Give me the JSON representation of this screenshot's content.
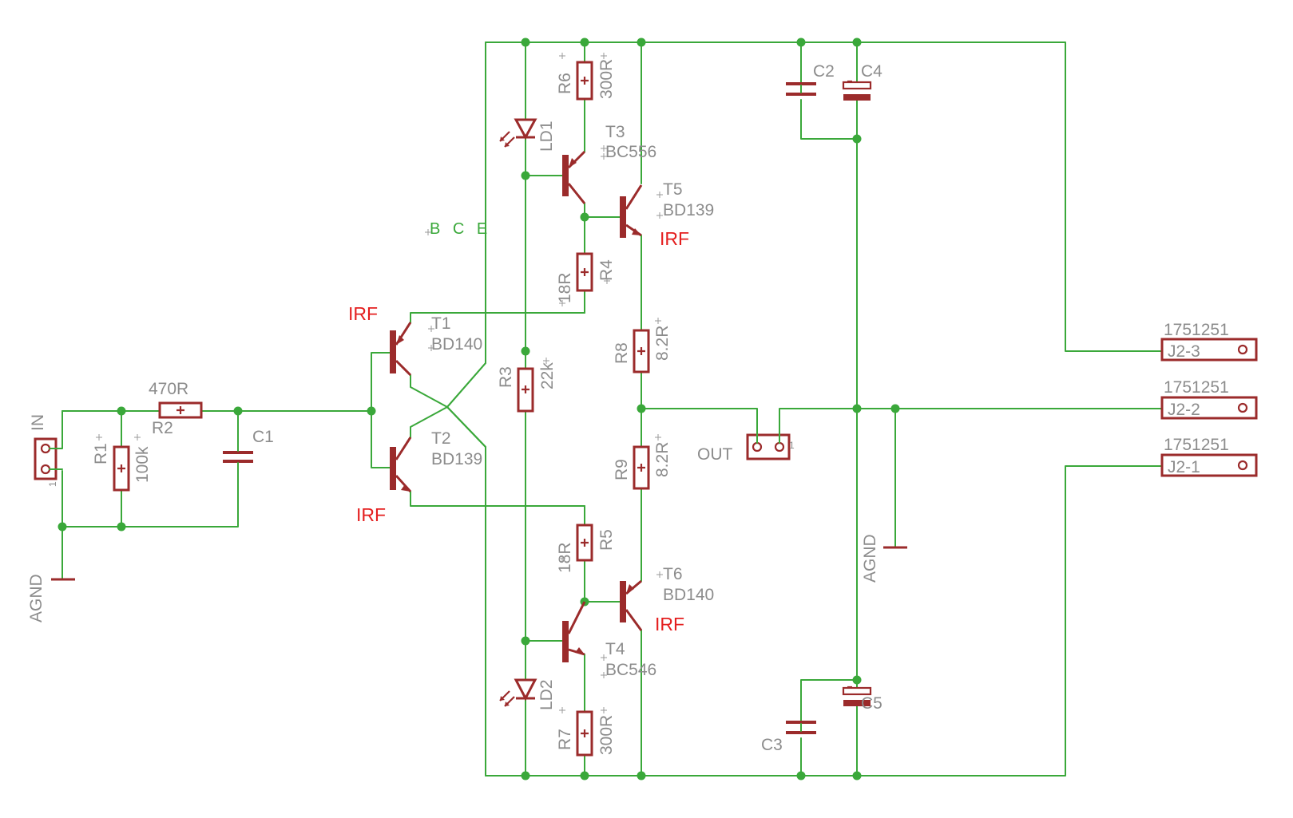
{
  "labels": {
    "in": "IN",
    "agnd_left": "AGND",
    "agnd_right": "AGND",
    "out": "OUT",
    "out_pin": "1",
    "in_pin": "1",
    "bce": "B C E",
    "irf_t1": "IRF",
    "irf_t2": "IRF",
    "irf_t5": "IRF",
    "irf_t6": "IRF"
  },
  "resistors": {
    "r1": {
      "name": "R1",
      "value": "100k"
    },
    "r2": {
      "name": "R2",
      "value": "470R"
    },
    "r3": {
      "name": "R3",
      "value": "22k"
    },
    "r4": {
      "name": "R4",
      "value": "18R"
    },
    "r5": {
      "name": "R5",
      "value": "18R"
    },
    "r6": {
      "name": "R6",
      "value": "300R"
    },
    "r7": {
      "name": "R7",
      "value": "300R"
    },
    "r8": {
      "name": "R8",
      "value": "8.2R"
    },
    "r9": {
      "name": "R9",
      "value": "8.2R"
    }
  },
  "capacitors": {
    "c1": "C1",
    "c2": "C2",
    "c3": "C3",
    "c4": "C4",
    "c5": "C5"
  },
  "leds": {
    "ld1": "LD1",
    "ld2": "LD2"
  },
  "transistors": {
    "t1": {
      "name": "T1",
      "value": "BD140"
    },
    "t2": {
      "name": "T2",
      "value": "BD139"
    },
    "t3": {
      "name": "T3",
      "value": "BC556"
    },
    "t4": {
      "name": "T4",
      "value": "BC546"
    },
    "t5": {
      "name": "T5",
      "value": "BD139"
    },
    "t6": {
      "name": "T6",
      "value": "BD140"
    }
  },
  "connectors": {
    "j2_3": {
      "part": "1751251",
      "pin": "J2-3"
    },
    "j2_2": {
      "part": "1751251",
      "pin": "J2-2"
    },
    "j2_1": {
      "part": "1751251",
      "pin": "J2-1"
    }
  },
  "colors": {
    "wire": "#3aa83a",
    "component": "#9b2b2b",
    "label": "#8c8c8c",
    "annotation": "#e41e1e"
  }
}
